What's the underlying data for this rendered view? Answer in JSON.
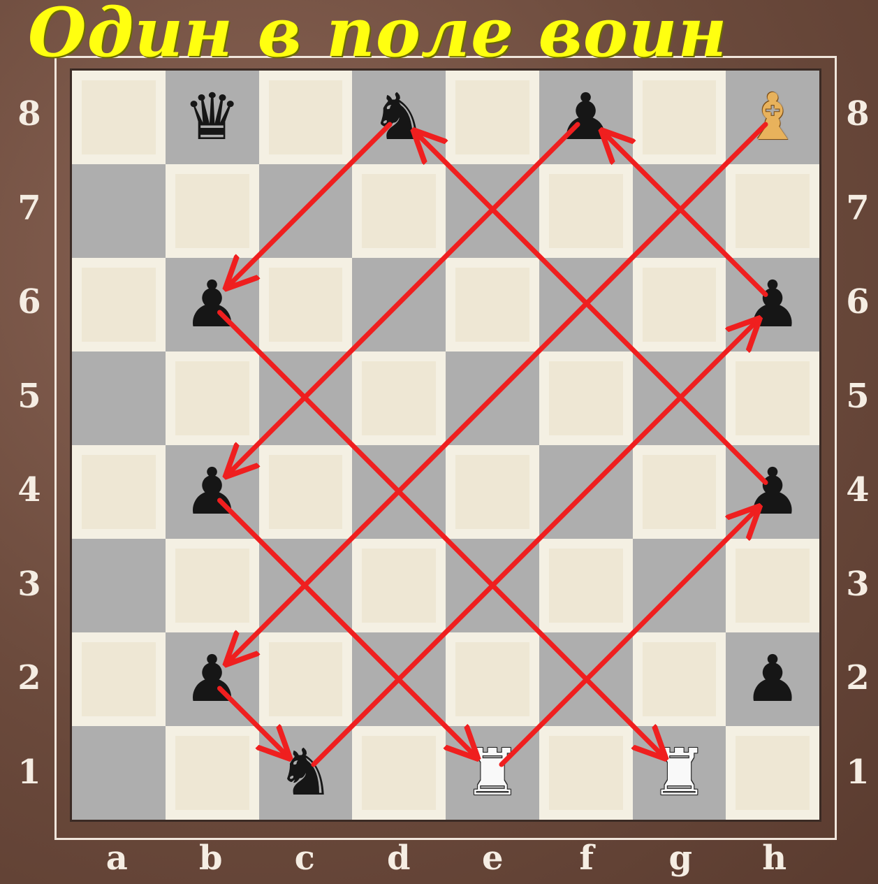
{
  "title": "Один в поле воин",
  "colors": {
    "arrow": "#ef1f1f",
    "title": "#ffff10",
    "frame": "#6b4a3c"
  },
  "files": [
    "a",
    "b",
    "c",
    "d",
    "e",
    "f",
    "g",
    "h"
  ],
  "ranks": [
    "8",
    "7",
    "6",
    "5",
    "4",
    "3",
    "2",
    "1"
  ],
  "pieces": [
    {
      "square": "b8",
      "type": "queen",
      "color": "black",
      "glyph": "♛",
      "icon": "black-queen-icon"
    },
    {
      "square": "d8",
      "type": "knight",
      "color": "black",
      "glyph": "♞",
      "icon": "black-knight-icon"
    },
    {
      "square": "f8",
      "type": "pawn",
      "color": "black",
      "glyph": "♟",
      "icon": "black-pawn-icon"
    },
    {
      "square": "h8",
      "type": "bishop",
      "color": "white",
      "glyph": "♝",
      "icon": "white-bishop-icon"
    },
    {
      "square": "b6",
      "type": "pawn",
      "color": "black",
      "glyph": "♟",
      "icon": "black-pawn-icon"
    },
    {
      "square": "h6",
      "type": "pawn",
      "color": "black",
      "glyph": "♟",
      "icon": "black-pawn-icon"
    },
    {
      "square": "b4",
      "type": "pawn",
      "color": "black",
      "glyph": "♟",
      "icon": "black-pawn-icon"
    },
    {
      "square": "h4",
      "type": "pawn",
      "color": "black",
      "glyph": "♟",
      "icon": "black-pawn-icon"
    },
    {
      "square": "b2",
      "type": "pawn",
      "color": "black",
      "glyph": "♟",
      "icon": "black-pawn-icon"
    },
    {
      "square": "h2",
      "type": "pawn",
      "color": "black",
      "glyph": "♟",
      "icon": "black-pawn-icon"
    },
    {
      "square": "c1",
      "type": "knight",
      "color": "black",
      "glyph": "♞",
      "icon": "black-knight-icon"
    },
    {
      "square": "e1",
      "type": "rook",
      "color": "white",
      "glyph": "♜",
      "icon": "white-rook-icon"
    },
    {
      "square": "g1",
      "type": "rook",
      "color": "white",
      "glyph": "♜",
      "icon": "white-rook-icon"
    }
  ],
  "moves": [
    {
      "from": "h8",
      "to": "b2"
    },
    {
      "from": "b2",
      "to": "c1"
    },
    {
      "from": "c1",
      "to": "h6"
    },
    {
      "from": "h6",
      "to": "f8"
    },
    {
      "from": "f8",
      "to": "b4"
    },
    {
      "from": "b4",
      "to": "e1"
    },
    {
      "from": "e1",
      "to": "h4"
    },
    {
      "from": "h4",
      "to": "d8"
    },
    {
      "from": "d8",
      "to": "b6"
    },
    {
      "from": "b6",
      "to": "g1"
    }
  ]
}
